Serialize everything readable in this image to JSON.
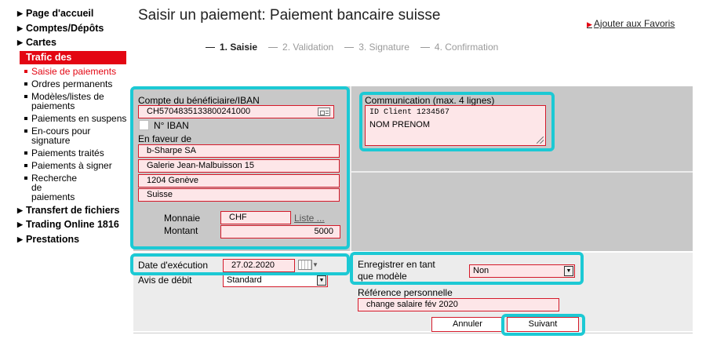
{
  "sidebar": {
    "items_top": [
      {
        "label": "Page d'accueil"
      },
      {
        "label": "Comptes/Dépôts"
      },
      {
        "label": "Cartes"
      }
    ],
    "active": "Trafic des paiements",
    "sub_items": [
      {
        "label": "Saisie de paiements"
      },
      {
        "label": "Ordres permanents"
      },
      {
        "label": "Modèles/listes de paiements"
      },
      {
        "label": "Paiements en suspens"
      },
      {
        "label": "En-cours pour signature"
      },
      {
        "label": "Paiements traités"
      },
      {
        "label": "Paiements à signer"
      },
      {
        "label": "Recherche de paiements"
      }
    ],
    "items_bottom": [
      {
        "label": "Transfert de fichiers"
      },
      {
        "label": "Trading Online 1816"
      },
      {
        "label": "Prestations"
      }
    ]
  },
  "header": {
    "title": "Saisir un paiement: Paiement bancaire suisse",
    "favorites_link": "Ajouter aux Favoris"
  },
  "steps": [
    {
      "label": "1. Saisie",
      "active": true
    },
    {
      "label": "2. Validation",
      "active": false
    },
    {
      "label": "3. Signature",
      "active": false
    },
    {
      "label": "4. Confirmation",
      "active": false
    }
  ],
  "form": {
    "iban_label": "Compte du bénéficiaire/IBAN",
    "iban_value": "CH5704835133800241000",
    "iban_checkbox_label": "N° IBAN",
    "beneficiary_label": "En faveur de",
    "beneficiary_lines": [
      "b-Sharpe SA",
      "Galerie Jean-Malbuisson 15",
      "1204 Genève",
      "Suisse"
    ],
    "currency_label": "Monnaie",
    "currency_value": "CHF",
    "currency_list_link": "Liste ...",
    "amount_label": "Montant",
    "amount_value": "5000",
    "communication_label": "Communication (max. 4 lignes)",
    "communication_line1": "ID Client 1234567",
    "communication_line2": "NOM PRENOM",
    "exec_date_label": "Date d'exécution",
    "exec_date_value": "27.02.2020",
    "debit_notice_label": "Avis de débit",
    "debit_notice_value": "Standard",
    "save_template_label_1": "Enregistrer en tant",
    "save_template_label_2": "que modèle",
    "save_template_value": "Non",
    "personal_ref_label": "Référence personnelle",
    "personal_ref_value": "change salaire fév 2020",
    "cancel_button": "Annuler",
    "next_button": "Suivant"
  },
  "colors": {
    "accent_red": "#e30613",
    "highlight_cyan": "#1cc9d4",
    "field_bg": "#fde6e8",
    "panel_gray": "#c8c8c8"
  }
}
